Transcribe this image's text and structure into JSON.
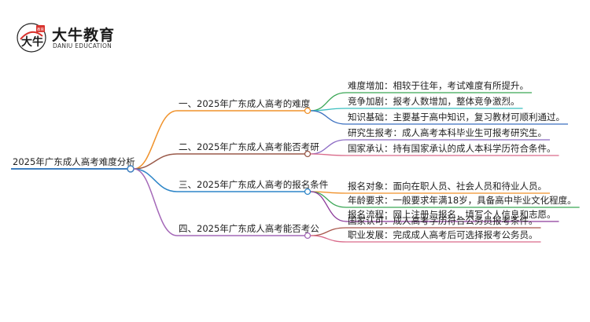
{
  "brand": {
    "name": "大牛教育",
    "name_en": "DANIU EDUCATION",
    "mark_main": "大牛",
    "mark_seal": "教育"
  },
  "mindmap": {
    "root": {
      "label": "2025年广东成人高考难度分析",
      "color": "#3f7fbf"
    },
    "branches": [
      {
        "label": "一、2025年广东成人高考的难度",
        "color": "#f0922b",
        "children": [
          {
            "label": "难度增加：相较于往年，考试难度有所提升。",
            "color": "#3aa655"
          },
          {
            "label": "竞争加剧：报考人数增加，整体竞争激烈。",
            "color": "#3bbfbf"
          },
          {
            "label": "知识基础：主要基于高中知识，复习教材可顺利通过。",
            "color": "#3b6fbf"
          }
        ]
      },
      {
        "label": "二、2025年广东成人高考能否考研",
        "color": "#9a5a4a",
        "children": [
          {
            "label": "研究生报考：成人高考本科毕业生可报考研究生。",
            "color": "#8c6bc4"
          },
          {
            "label": "国家承认：持有国家承认的成人本科学历符合条件。",
            "color": "#d96a8a"
          }
        ]
      },
      {
        "label": "三、2025年广东成人高考的报名条件",
        "color": "#2e86c8",
        "children": [
          {
            "label": "报名对象：面向在职人员、社会人员和待业人员。",
            "color": "#f0922b"
          },
          {
            "label": "年龄要求：一般要求年满18岁，具备高中毕业文化程度。",
            "color": "#3aa655"
          },
          {
            "label": "报名流程：网上注册与报名，填写个人信息和志愿。",
            "color": "#8c3a9a"
          }
        ]
      },
      {
        "label": "四、2025年广东成人高考能否考公",
        "color": "#a468b8",
        "children": [
          {
            "label": "国家认可：成人高考学历符合公务员报考条件。",
            "color": "#a8554a"
          },
          {
            "label": "职业发展：完成成人高考后可选择报考公务员。",
            "color": "#d96a8a"
          }
        ]
      }
    ]
  }
}
